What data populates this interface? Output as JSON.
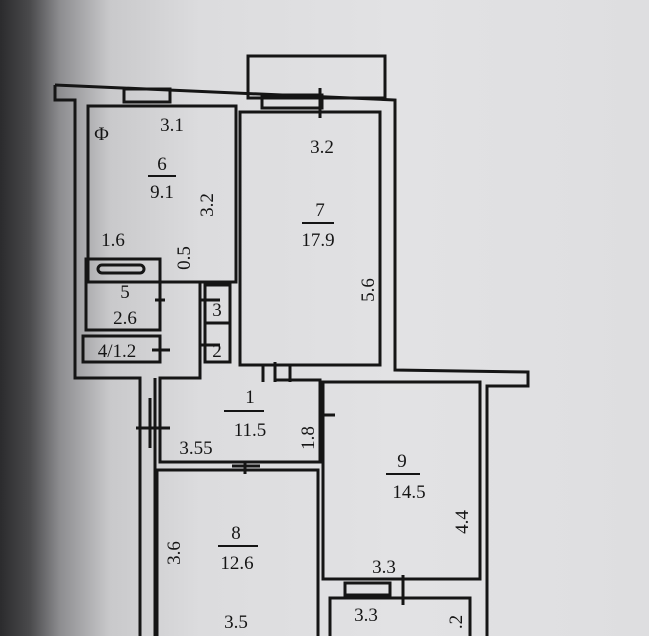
{
  "plan": {
    "rooms": [
      {
        "number": "1",
        "area": "11.5"
      },
      {
        "number": "5",
        "area": "2.6"
      },
      {
        "number": "6",
        "area": "9.1"
      },
      {
        "number": "7",
        "area": "17.9"
      },
      {
        "number": "8",
        "area": "12.6"
      },
      {
        "number": "9",
        "area": "14.5"
      }
    ],
    "small_rooms": {
      "room4": "4/1.2",
      "room3": "3",
      "room2": "2"
    },
    "dimensions": {
      "r6_width": "3.1",
      "r6_length": "3.2",
      "r6_side": "1.6",
      "r6_gap": "0.5",
      "r7_width": "3.2",
      "r7_length": "5.6",
      "r1_width": "3.55",
      "r1_length": "1.8",
      "r8_width": "3.5",
      "r8_length": "3.6",
      "r9_width": "3.3",
      "r9_length": "4.4",
      "balcony_width": "3.3",
      "balcony_length": ".2"
    },
    "symbols": {
      "gas_meter": "Ф"
    }
  }
}
